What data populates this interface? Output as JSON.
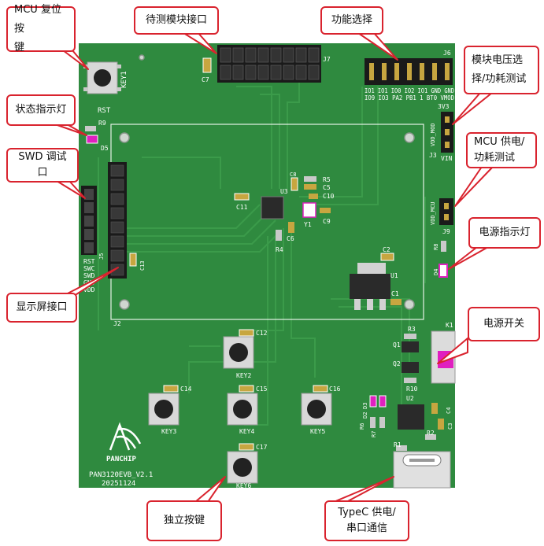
{
  "colors": {
    "pcb": "#2f8a3f",
    "pcb_dark": "#2a7e39",
    "trace": "#3a9a4a",
    "silkscreen": "#ffffff",
    "callout_border": "#d9232e",
    "header": "#1a1a1a",
    "gold": "#c7a640",
    "led_magenta": "#e020c0"
  },
  "callouts": {
    "mcu_reset": "MCU 复位按\n键",
    "module_port": "待测模块接口",
    "function_select": "功能选择",
    "module_voltage": "模块电压选\n择/功耗测试",
    "status_led": "状态指示灯",
    "swd_debug": "SWD 调试口",
    "mcu_power": "MCU 供电/\n功耗测试",
    "power_led": "电源指示灯",
    "power_switch": "电源开关",
    "display_port": "显示屏接口",
    "indep_key": "独立按键",
    "typec": "TypeC 供电/\n串口通信"
  },
  "silkscreen": {
    "key1": "KEY1",
    "rst": "RST",
    "r9": "R9",
    "d5": "D5",
    "c7": "C7",
    "j7": "J7",
    "j6": "J6",
    "j6_row1": "IO1 IO1 IO0 IO2 IO1 GND GND",
    "j6_row2": "IO9 IO3 PA2 PB1 1 BT0 VMOD",
    "v3v3": "3V3",
    "vdd_mod": "VDD_MOD",
    "j3": "J3",
    "vin": "VIN",
    "vdd_mcu": "VDD_MCU",
    "j9": "J9",
    "r8": "R8",
    "d4": "D4",
    "j5": "J5",
    "swd_pins": [
      "RST",
      "SWC",
      "SWD",
      "GND",
      "VDD"
    ],
    "j2": "J2",
    "c13": "C13",
    "c11": "C11",
    "c8": "C8",
    "r5": "R5",
    "c5": "C5",
    "c10": "C10",
    "u3": "U3",
    "y1": "Y1",
    "c9": "C9",
    "c6": "C6",
    "r4": "R4",
    "c2": "C2",
    "u1": "U1",
    "c1": "C1",
    "r3": "R3",
    "q1": "Q1",
    "q2": "Q2",
    "r10": "R10",
    "k1": "K1",
    "c12": "C12",
    "key2": "KEY2",
    "c14": "C14",
    "key3": "KEY3",
    "c15": "C15",
    "key4": "KEY4",
    "c16": "C16",
    "key5": "KEY5",
    "c17": "C17",
    "key6": "KEY6",
    "d3": "D3",
    "d2": "D2",
    "r6": "R6",
    "r7": "R7",
    "u2": "U2",
    "c4": "C4",
    "c3": "C3",
    "r2": "R2",
    "r1": "R1",
    "brand": "PANCHIP",
    "board_name": "PAN3120EVB_V2.1",
    "board_date": "20251124"
  }
}
